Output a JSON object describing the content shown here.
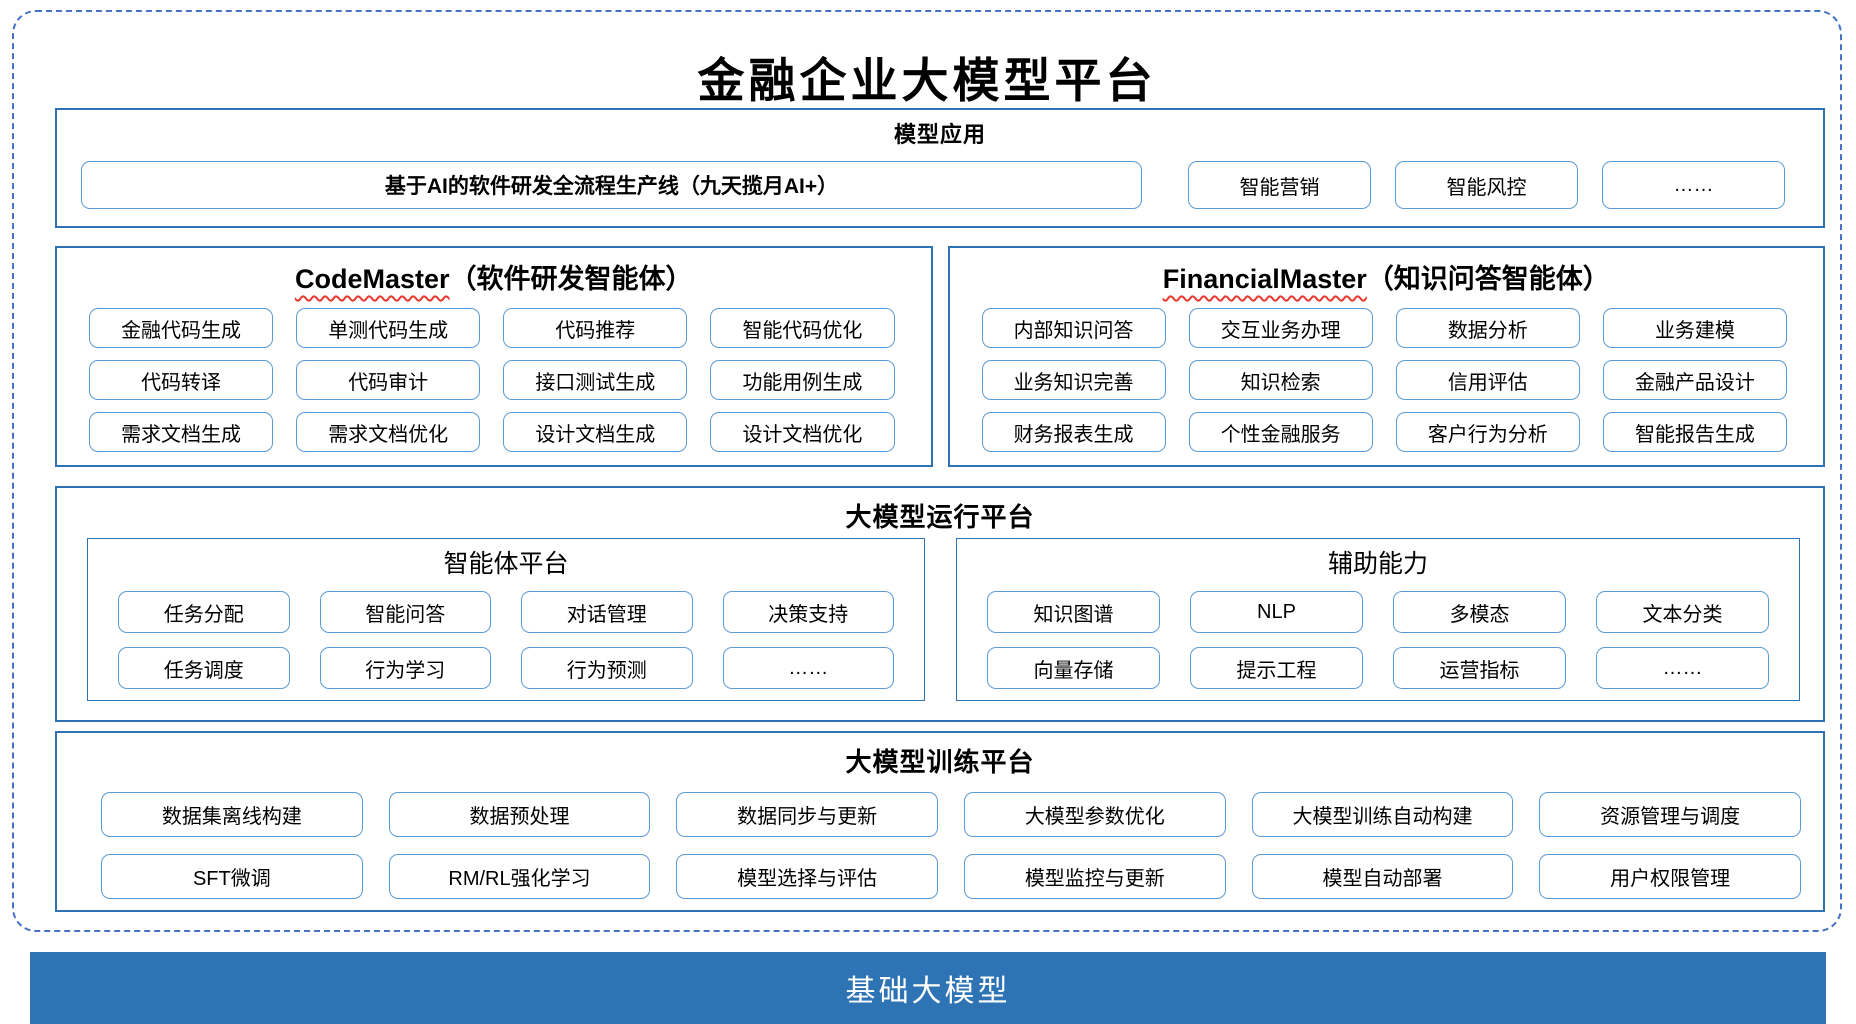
{
  "title": "金融企业大模型平台",
  "colors": {
    "frame_dashed": "#4472c4",
    "box_border": "#2e74b5",
    "chip_border": "#5b9bd5",
    "squiggle_red": "#e8392e",
    "base_bar_bg": "#2e74b5",
    "base_bar_text": "#ffffff"
  },
  "model_app": {
    "header": "模型应用",
    "main_chip": "基于AI的软件研发全流程生产线（九天揽月AI+）",
    "chips": [
      "智能营销",
      "智能风控",
      "……"
    ]
  },
  "code_master": {
    "name": "CodeMaster",
    "subtitle": "（软件研发智能体）",
    "chips": [
      "金融代码生成",
      "单测代码生成",
      "代码推荐",
      "智能代码优化",
      "代码转译",
      "代码审计",
      "接口测试生成",
      "功能用例生成",
      "需求文档生成",
      "需求文档优化",
      "设计文档生成",
      "设计文档优化"
    ]
  },
  "financial_master": {
    "name": "FinancialMaster",
    "subtitle": "（知识问答智能体）",
    "chips": [
      "内部知识问答",
      "交互业务办理",
      "数据分析",
      "业务建模",
      "业务知识完善",
      "知识检索",
      "信用评估",
      "金融产品设计",
      "财务报表生成",
      "个性金融服务",
      "客户行为分析",
      "智能报告生成"
    ]
  },
  "runtime_platform": {
    "header": "大模型运行平台",
    "agent_platform": {
      "title": "智能体平台",
      "chips": [
        "任务分配",
        "智能问答",
        "对话管理",
        "决策支持",
        "任务调度",
        "行为学习",
        "行为预测",
        "……"
      ]
    },
    "aux_capabilities": {
      "title": "辅助能力",
      "chips": [
        "知识图谱",
        "NLP",
        "多模态",
        "文本分类",
        "向量存储",
        "提示工程",
        "运营指标",
        "……"
      ]
    }
  },
  "training_platform": {
    "header": "大模型训练平台",
    "chips": [
      "数据集离线构建",
      "数据预处理",
      "数据同步与更新",
      "大模型参数优化",
      "大模型训练自动构建",
      "资源管理与调度",
      "SFT微调",
      "RM/RL强化学习",
      "模型选择与评估",
      "模型监控与更新",
      "模型自动部署",
      "用户权限管理"
    ]
  },
  "base_model": {
    "label": "基础大模型"
  }
}
